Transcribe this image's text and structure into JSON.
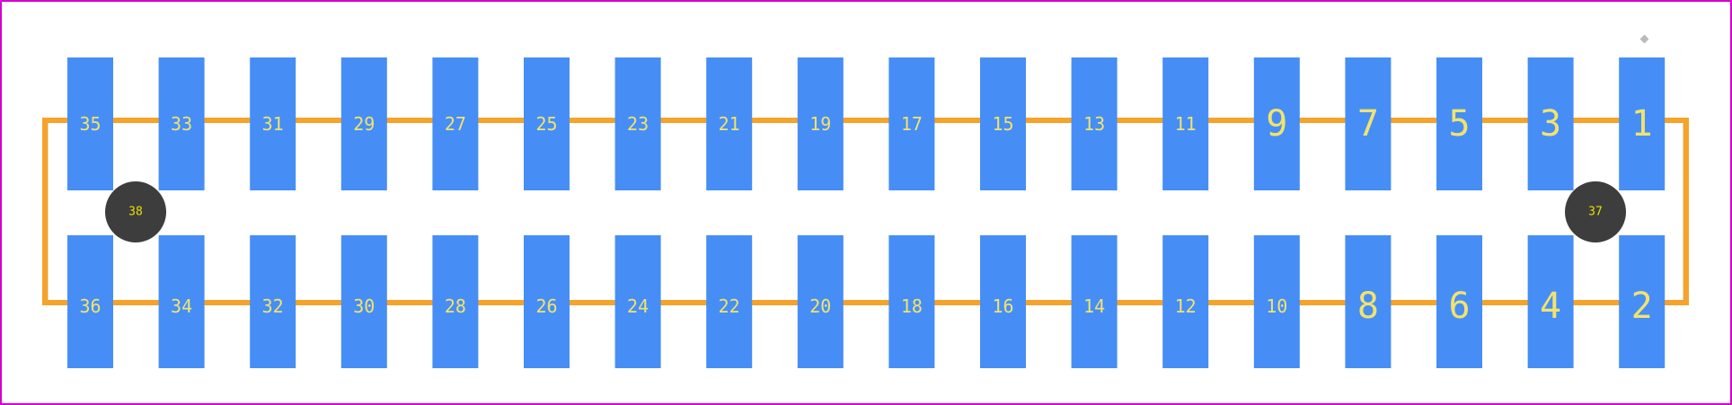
{
  "colors": {
    "background": "#ffffff",
    "board_outline": "#d400d4",
    "silkscreen": "#f5a32a",
    "courtyard": "#c8b87a",
    "pad": "#468ef5",
    "pad_label": "#f2e36f",
    "mounting_hole": "#3d3d3d",
    "mounting_hole_label": "#e8e000",
    "pin1_marker": "#bbbbbb"
  },
  "top_row_pads": [
    "35",
    "33",
    "31",
    "29",
    "27",
    "25",
    "23",
    "21",
    "19",
    "17",
    "15",
    "13",
    "11",
    "9",
    "7",
    "5",
    "3",
    "1"
  ],
  "bottom_row_pads": [
    "36",
    "34",
    "32",
    "30",
    "28",
    "26",
    "24",
    "22",
    "20",
    "18",
    "16",
    "14",
    "12",
    "10",
    "8",
    "6",
    "4",
    "2"
  ],
  "mounting_holes": [
    {
      "label": "38",
      "side": "left"
    },
    {
      "label": "37",
      "side": "right"
    }
  ]
}
